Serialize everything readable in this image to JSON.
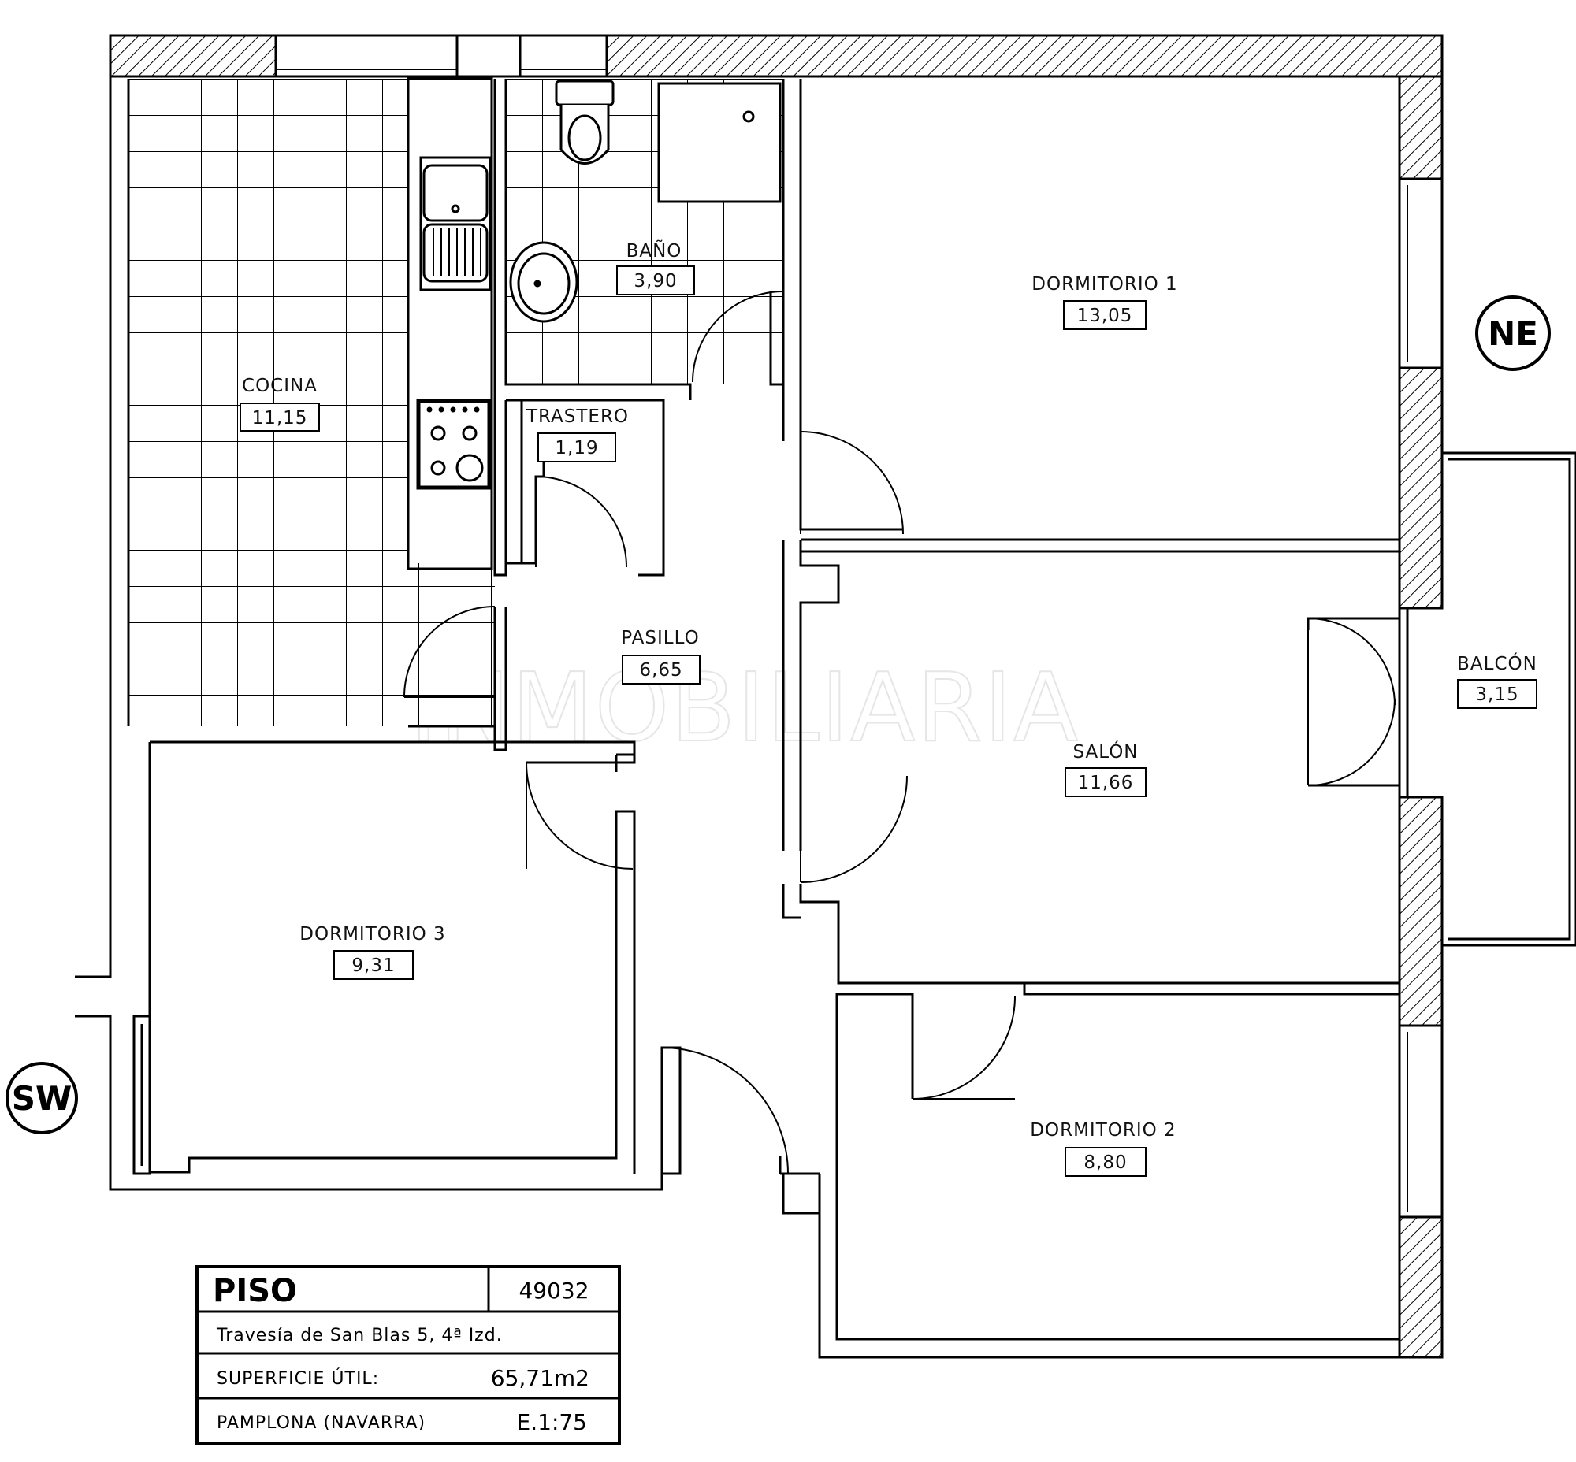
{
  "rooms": {
    "cocina": {
      "name": "COCINA",
      "area": "11,15"
    },
    "bano": {
      "name": "BAÑO",
      "area": "3,90"
    },
    "trastero": {
      "name": "TRASTERO",
      "area": "1,19"
    },
    "dormitorio1": {
      "name": "DORMITORIO  1",
      "area": "13,05"
    },
    "pasillo": {
      "name": "PASILLO",
      "area": "6,65"
    },
    "salon": {
      "name": "SALÓN",
      "area": "11,66"
    },
    "balcon": {
      "name": "BALCÓN",
      "area": "3,15"
    },
    "dormitorio3": {
      "name": "DORMITORIO  3",
      "area": "9,31"
    },
    "dormitorio2": {
      "name": "DORMITORIO  2",
      "area": "8,80"
    }
  },
  "orientation": {
    "ne": "NE",
    "sw": "SW"
  },
  "title_block": {
    "type": "PISO",
    "ref": "49032",
    "address": "Travesía de San Blas 5, 4ª Izd.",
    "surface_label": "SUPERFICIE ÚTIL:",
    "surface_value": "65,71m2",
    "city": "PAMPLONA  (NAVARRA)",
    "scale": "E.1:75"
  },
  "watermark": "INMOBILIARIA"
}
